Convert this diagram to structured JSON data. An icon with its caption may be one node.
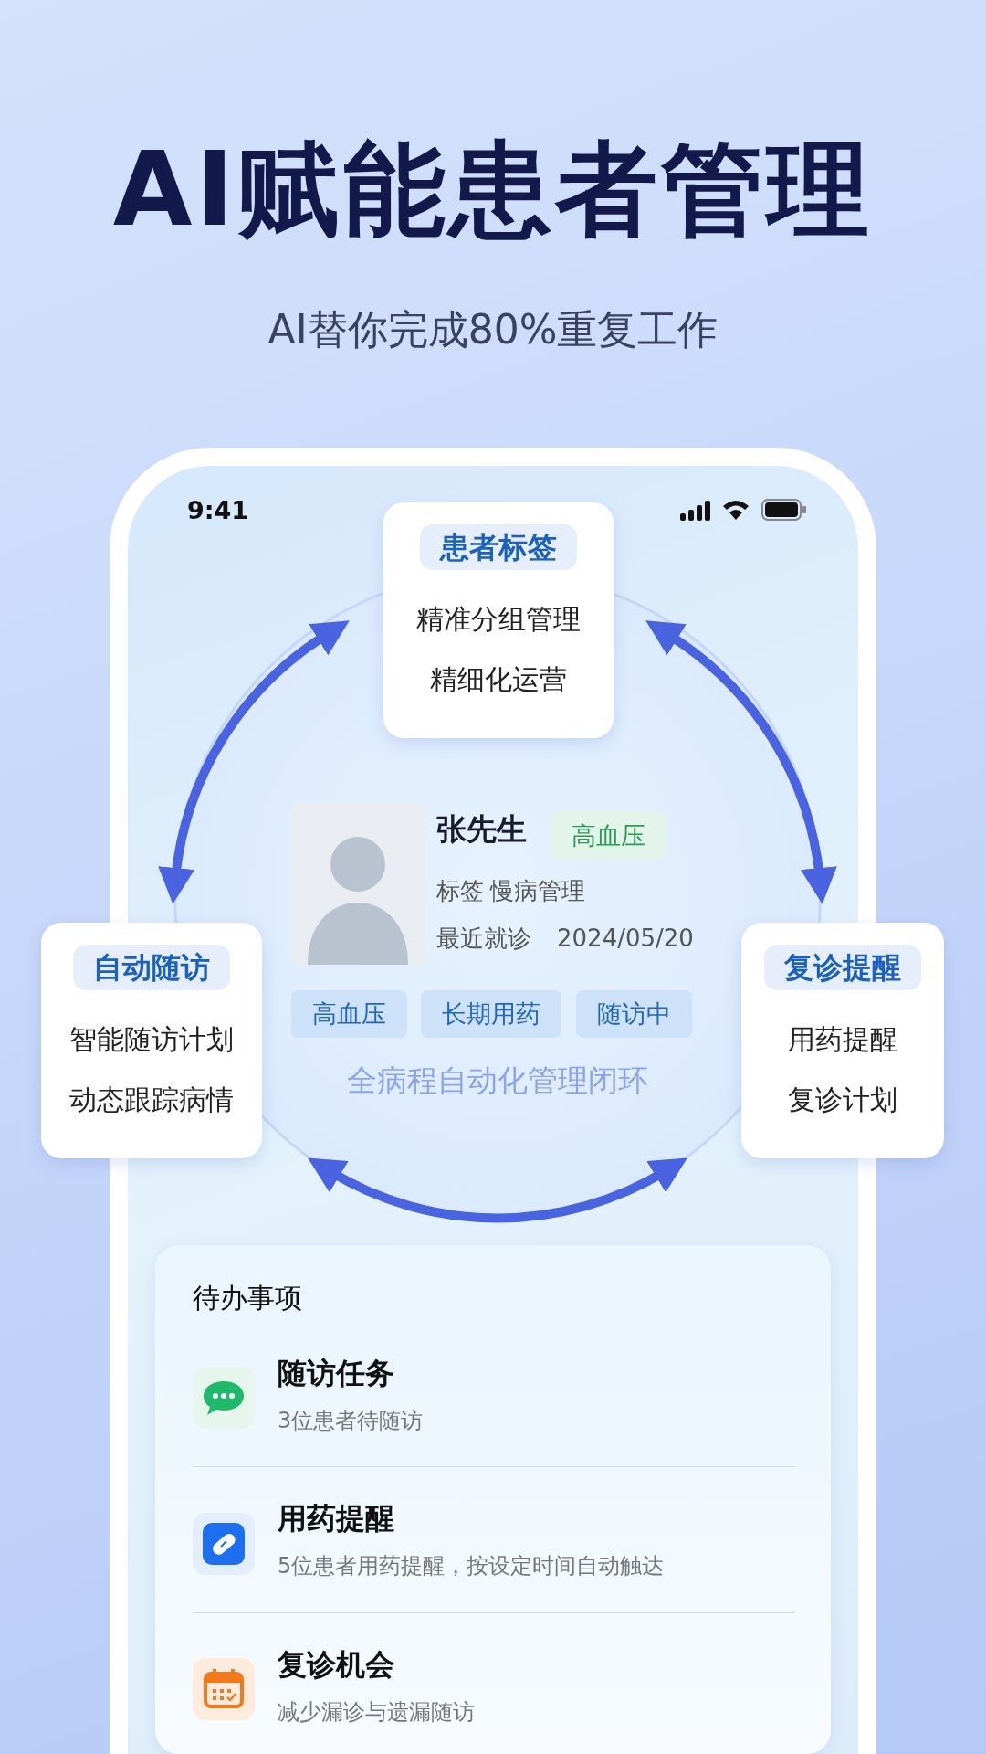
{
  "diagram": {
    "title": "AI赋能患者管理",
    "nodes": [
      {
        "text": [
          "患者标签",
          "精准分组管理",
          "精细化运营"
        ]
      },
      {
        "text": [
          "复诊提醒",
          "用药提醒",
          "复诊计划"
        ]
      },
      {
        "text": [
          "自动随访",
          "智能随访计划",
          "动态跟踪病情"
        ]
      },
      {
        "text": [
          "全病程自动化管理闭环"
        ]
      },
      {
        "text": [],
        "shape": "picture",
        "in": 3
      },
      {
        "text": [
          "高血压"
        ],
        "in": 3
      },
      {
        "text": [
          "高血压"
        ],
        "in": 3
      },
      {
        "text": [
          "长期用药"
        ],
        "in": 3
      },
      {
        "text": [
          "随访中"
        ],
        "in": 3
      },
      {
        "text": [
          "待办事项"
        ]
      }
    ],
    "edges": [
      {
        "from": 2,
        "to": 0,
        "arrow": "both"
      },
      {
        "from": 0,
        "to": 1,
        "arrow": "both"
      },
      {
        "from": 1,
        "to": 2,
        "arrow": "both"
      }
    ],
    "labels": [
      "AI替你完成80%重复工作",
      "9:41",
      "张先生",
      "标签",
      "慢病管理",
      "最近就诊",
      "2024/05/20",
      "随访任务",
      "3位患者待随访",
      "用药提醒",
      "5位患者用药提醒，按设定时间自动触达",
      "复诊机会",
      "减少漏诊与遗漏随访"
    ]
  }
}
